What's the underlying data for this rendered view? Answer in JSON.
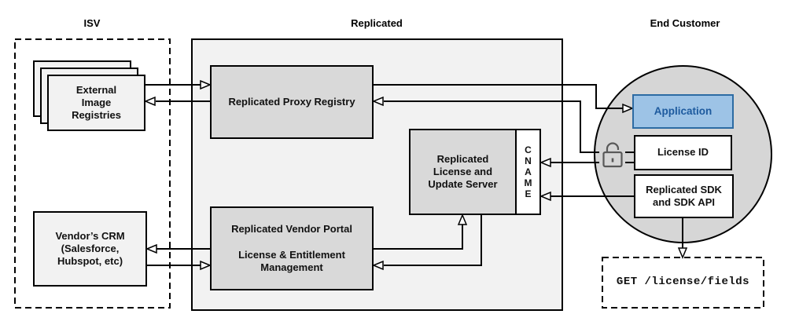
{
  "headers": {
    "isv": "ISV",
    "replicated": "Replicated",
    "end_customer": "End Customer"
  },
  "nodes": {
    "external_image_registries": "External\nImage\nRegistries",
    "replicated_proxy_registry": "Replicated Proxy Registry",
    "replicated_license_update_server": "Replicated\nLicense and\nUpdate Server",
    "cname": "C\nN\nA\nM\nE",
    "replicated_vendor_portal": "Replicated Vendor Portal\n\nLicense & Entitlement\nManagement",
    "vendors_crm": "Vendor’s CRM\n(Salesforce,\nHubspot, etc)",
    "application": "Application",
    "license_id": "License ID",
    "replicated_sdk": "Replicated SDK\nand SDK API",
    "get_license_fields": "GET /license/fields"
  },
  "icons": {
    "license_lock": "unlock-icon"
  },
  "colors": {
    "region_fill": "#f2f2f2",
    "node_gray_fill": "#d9d9d9",
    "circle_fill": "#d6d6d6",
    "application_fill": "#9dc3e6",
    "application_border": "#2d6ba3",
    "application_text": "#1d5a9e",
    "line": "#000000"
  }
}
